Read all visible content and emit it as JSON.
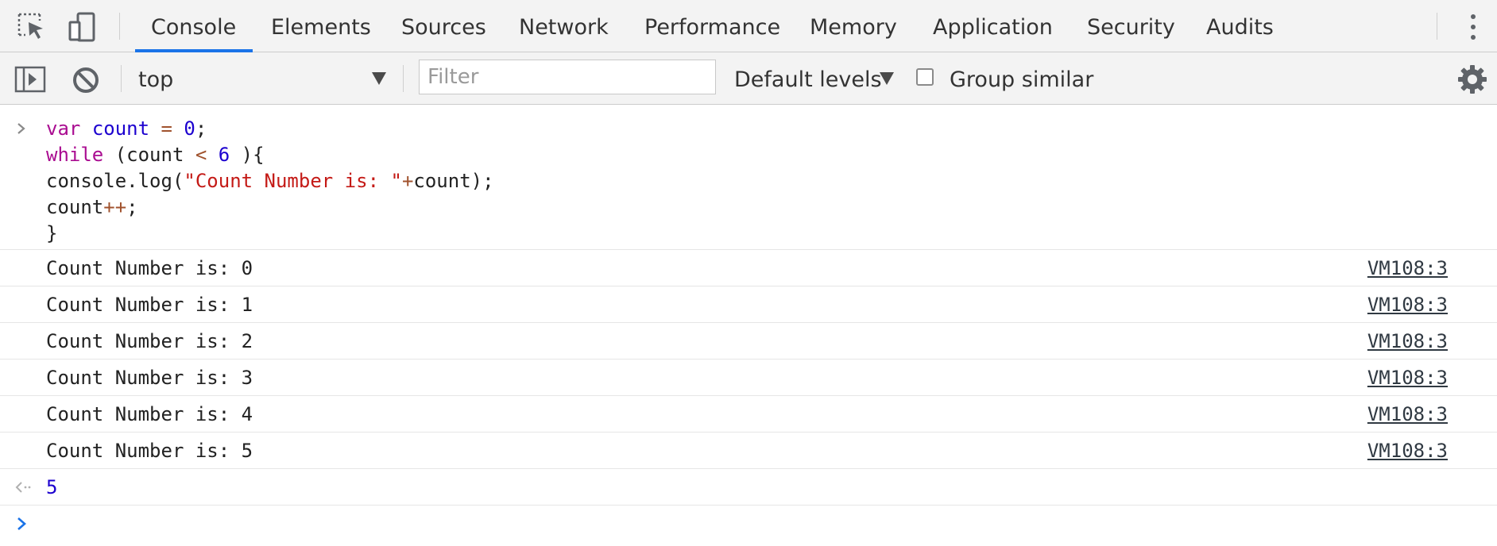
{
  "tabs": [
    "Console",
    "Elements",
    "Sources",
    "Network",
    "Performance",
    "Memory",
    "Application",
    "Security",
    "Audits"
  ],
  "active_tab": "Console",
  "toolbar": {
    "context": "top",
    "filter_placeholder": "Filter",
    "levels": "Default levels",
    "group_similar": "Group similar"
  },
  "input": {
    "line1": {
      "kw": "var",
      "name": "count",
      "eq": "=",
      "val": "0",
      "end": ";"
    },
    "line2": {
      "kw": "while",
      "open": " (count ",
      "op": "<",
      "num": "6",
      "close": " ){"
    },
    "line3": {
      "start": "console.log(",
      "str": "\"Count Number is: \"",
      "plus": "+",
      "end": "count);"
    },
    "line4": {
      "name": "count",
      "op": "++",
      "end": ";"
    },
    "line5": "}"
  },
  "logs": [
    {
      "text": "Count Number is: 0",
      "source": "VM108:3"
    },
    {
      "text": "Count Number is: 1",
      "source": "VM108:3"
    },
    {
      "text": "Count Number is: 2",
      "source": "VM108:3"
    },
    {
      "text": "Count Number is: 3",
      "source": "VM108:3"
    },
    {
      "text": "Count Number is: 4",
      "source": "VM108:3"
    },
    {
      "text": "Count Number is: 5",
      "source": "VM108:3"
    }
  ],
  "result": "5",
  "colors": {
    "accent": "#1a73e8",
    "keyword": "#aa0d91",
    "number": "#1c00cf",
    "string": "#c41a16",
    "operator": "#a0522d"
  },
  "icons": {
    "inspect": "inspect-element-icon",
    "device": "device-toolbar-icon",
    "more": "kebab-menu-icon",
    "sidebar": "show-sidebar-icon",
    "clear": "clear-console-icon",
    "settings": "gear-icon"
  }
}
